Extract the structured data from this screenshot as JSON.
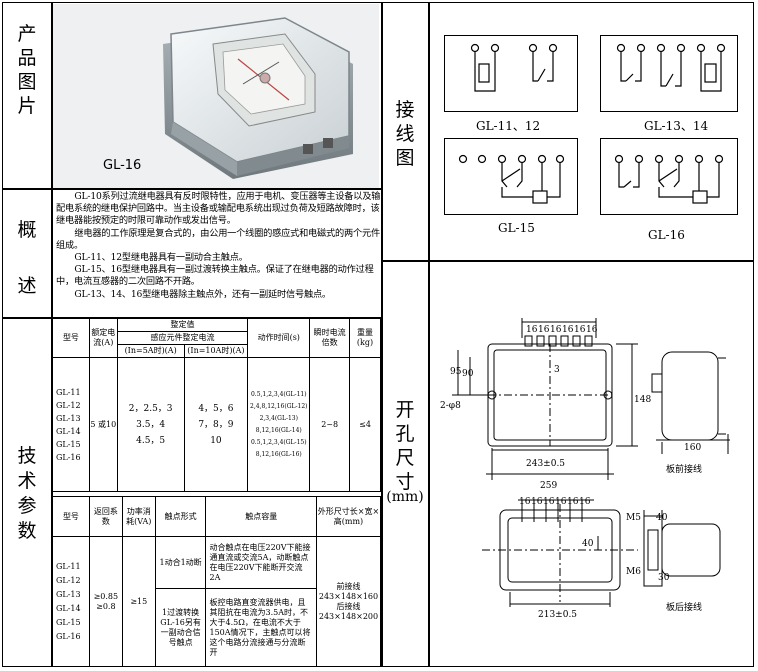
{
  "sections": {
    "product": [
      "产",
      "品",
      "图",
      "片"
    ],
    "overview": [
      "概",
      "述"
    ],
    "tech": [
      "技",
      "术",
      "参",
      "数"
    ],
    "wiring": [
      "接",
      "线",
      "图"
    ],
    "cutout": [
      "开",
      "孔",
      "尺",
      "寸"
    ],
    "cutout_unit": "(mm)"
  },
  "photo_label": "GL-16",
  "overview_text": [
    "GL-10系列过流继电器具有反时限特性，应用于电机、变压器等主设备以及输配电系统的继电保护回路中。当主设备或输配电系统出现过负荷及短路故障时，该继电器能按预定的时限可靠动作或发出信号。",
    "继电器的工作原理是复合式的，由公用一个线圈的感应式和电磁式的两个元件组成。",
    "GL-11、12型继电器具有一副动合主触点。",
    "GL-15、16型继电器具有一副过渡转换主触点。保证了在继电器的动作过程中，电流互感器的二次回路不开路。",
    "GL-13、14、16型继电器除主触点外，还有一副延时信号触点。"
  ],
  "table1": {
    "h_model": "型号",
    "h_rated": "额定电流(A)",
    "h_setting": "整定值",
    "h_induction": "感应元件整定电流",
    "h_in5": "(In=5A时)(A)",
    "h_in10": "(In=10A时)(A)",
    "h_action": "动作时间(s)",
    "h_instant": "瞬时电流倍数",
    "h_weight": "重量(kg)",
    "models": [
      "GL-11",
      "GL-12",
      "GL-13",
      "GL-14",
      "GL-15",
      "GL-16"
    ],
    "rated": "5 或10",
    "in5": [
      "2，2.5，3",
      "3.5，4",
      "4.5，5"
    ],
    "in10": [
      "4，5，6",
      "7，8，9",
      "10"
    ],
    "times": [
      "0.5,1,2,3,4(GL-11)",
      "2,4,8,12,16(GL-12)",
      "2,3,4(GL-13)",
      "8,12,16(GL-14)",
      "0.5,1,2,3,4(GL-15)",
      "8,12,16(GL-16)"
    ],
    "instant": "2~8",
    "weight": "≤4"
  },
  "table2": {
    "h_model": "型号",
    "h_return": "返回系数",
    "h_power": "功率消耗(VA)",
    "h_contact": "触点形式",
    "h_capacity": "触点容量",
    "h_dims": "外形尺寸长×宽×高(mm)",
    "models": [
      "GL-11",
      "GL-12",
      "GL-13",
      "GL-14",
      "GL-15",
      "GL-16"
    ],
    "return": [
      "≥0.85",
      "≥0.8"
    ],
    "power": "≥15",
    "contact1": "1动合1动断",
    "capacity1": "动合触点在电压220V下能接通直流或交流5A，动断触点在电压220V下能断开交流2A",
    "contact2": "1过渡转换GL-16另有一副动合信号触点",
    "capacity2": "板控电路直变流器供电，且其阻抗在电流为3.5A时，不大于4.5Ω，在电流不大于150A情况下，主触点可以将这个电路分流接通与分流断开",
    "dims": [
      "前接线",
      "243×148×160",
      "后接线",
      "243×148×200"
    ]
  },
  "wiring": {
    "labels": [
      "GL-11、12",
      "GL-13、14",
      "GL-15",
      "GL-16"
    ]
  },
  "cutout_dims": {
    "front": {
      "pitch": "16",
      "hole": "2-φ8",
      "d95": "95",
      "d90": "90",
      "d3": "3",
      "d148": "148",
      "d243": "243±0.5",
      "d259": "259",
      "d160": "160",
      "label": "板前接线"
    },
    "rear": {
      "pitch": "16",
      "d40": "40",
      "m5": "M5",
      "m6": "M6",
      "d40b": "40",
      "d30": "30",
      "d213": "213±0.5",
      "label": "板后接线"
    }
  }
}
